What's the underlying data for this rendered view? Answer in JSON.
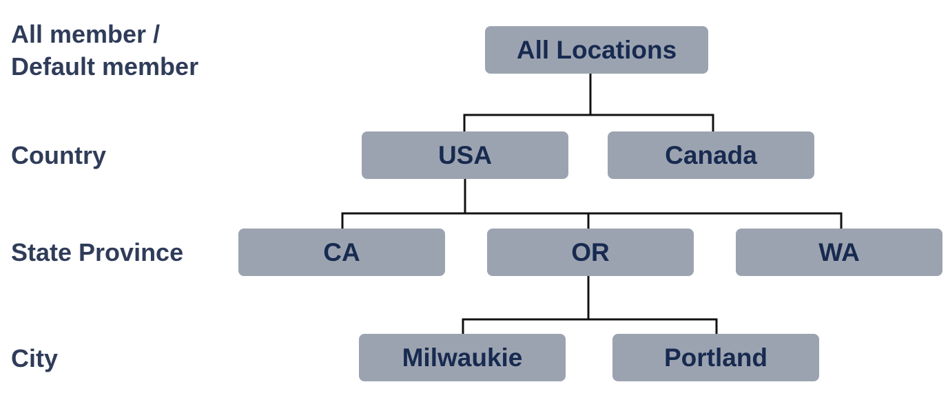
{
  "levels": {
    "all_line1": "All member /",
    "all_line2": "Default member",
    "country": "Country",
    "state_province": "State Province",
    "city": "City"
  },
  "nodes": {
    "all_locations": "All Locations",
    "usa": "USA",
    "canada": "Canada",
    "ca": "CA",
    "or": "OR",
    "wa": "WA",
    "milwaukie": "Milwaukie",
    "portland": "Portland"
  },
  "hierarchy": {
    "All Locations": [
      "USA",
      "Canada"
    ],
    "USA": [
      "CA",
      "OR",
      "WA"
    ],
    "OR": [
      "Milwaukie",
      "Portland"
    ]
  },
  "colors": {
    "node_fill": "#9ca3b0",
    "node_text": "#172a50",
    "level_label_text": "#2f3c59",
    "connector": "#111111"
  }
}
